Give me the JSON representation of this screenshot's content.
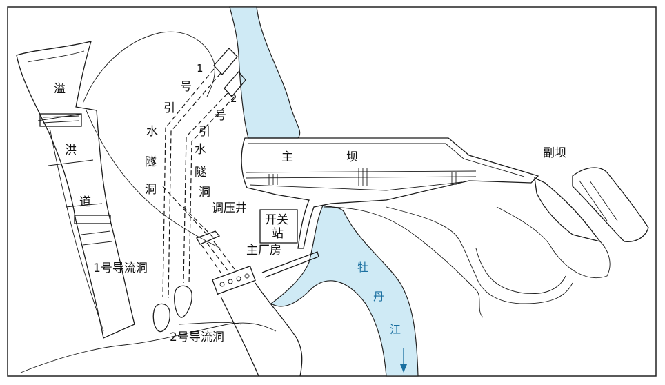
{
  "labels": {
    "spillway_chars": [
      "溢",
      "洪",
      "道"
    ],
    "tunnel1_number": "1",
    "tunnel2_number": "2",
    "tunnel_left_chars": [
      "号",
      "引",
      "水",
      "隧",
      "洞"
    ],
    "tunnel_right_chars": [
      "号",
      "引",
      "水",
      "隧",
      "洞"
    ],
    "main_dam_chars": [
      "主",
      "坝"
    ],
    "auxiliary_dam": "副坝",
    "surge_shaft": "调压井",
    "switchyard_line1": "开关",
    "switchyard_line2": "站",
    "powerhouse": "主厂房",
    "diversion_tunnel_1": "1号导流洞",
    "diversion_tunnel_2": "2号导流洞",
    "river_chars": [
      "牡",
      "丹",
      "江"
    ]
  },
  "colors": {
    "river": "#cfeaf5",
    "ink": "#1a1a1a",
    "river_label": "#1a6fa0"
  }
}
